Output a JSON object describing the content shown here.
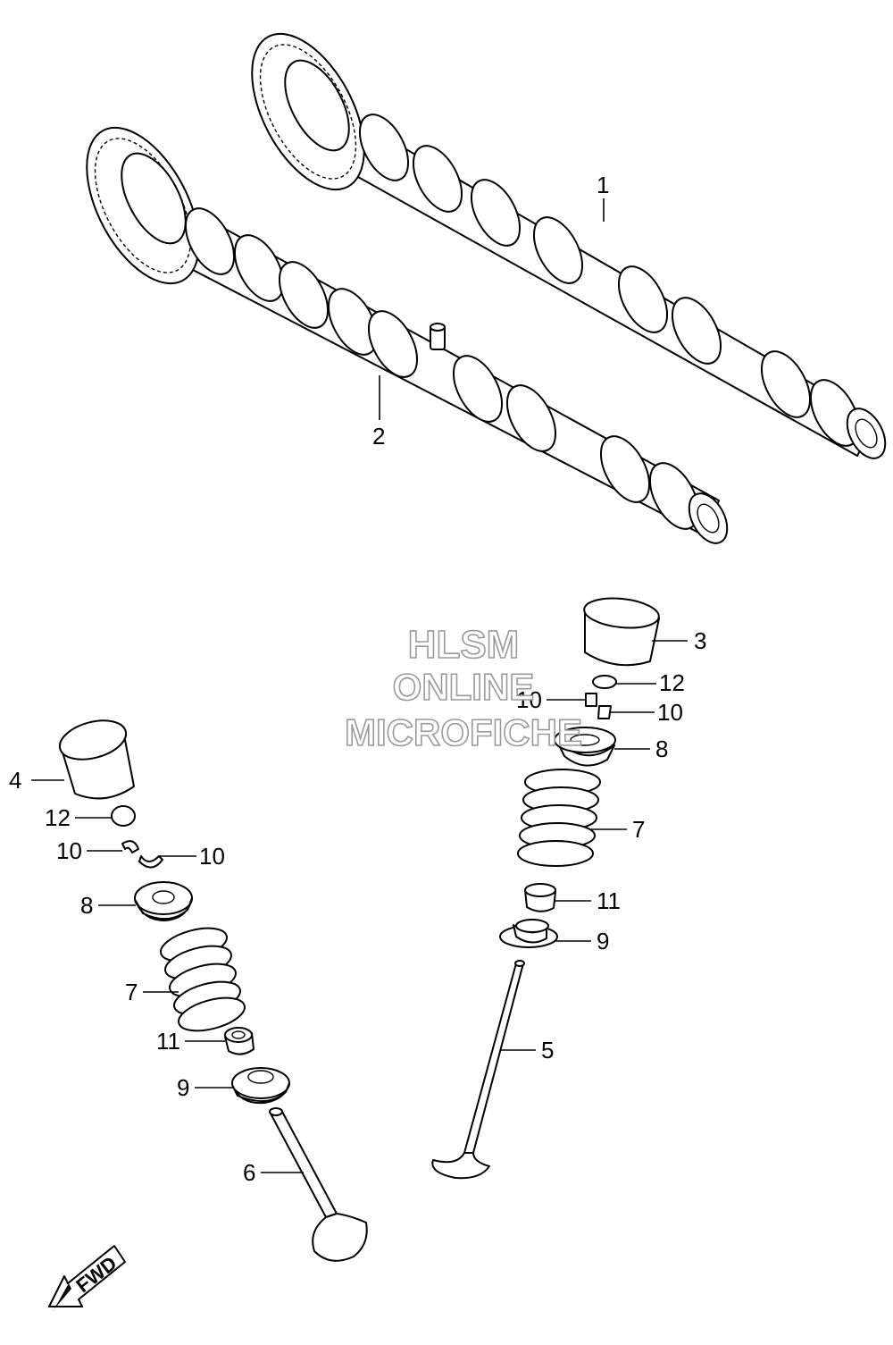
{
  "watermark": {
    "line1": "HLSM",
    "line2": "ONLINE",
    "line3": "MICROFICHE",
    "color": "#9a9a9a"
  },
  "fwd_label": "FWD",
  "callouts": {
    "c1": "1",
    "c2": "2",
    "c3": "3",
    "c4": "4",
    "c5": "5",
    "c6": "6",
    "c7r": "7",
    "c7l": "7",
    "c8r": "8",
    "c8l": "8",
    "c9r": "9",
    "c9l": "9",
    "c10ra": "10",
    "c10rb": "10",
    "c10la": "10",
    "c10lb": "10",
    "c11r": "11",
    "c11l": "11",
    "c12r": "12",
    "c12l": "12"
  }
}
